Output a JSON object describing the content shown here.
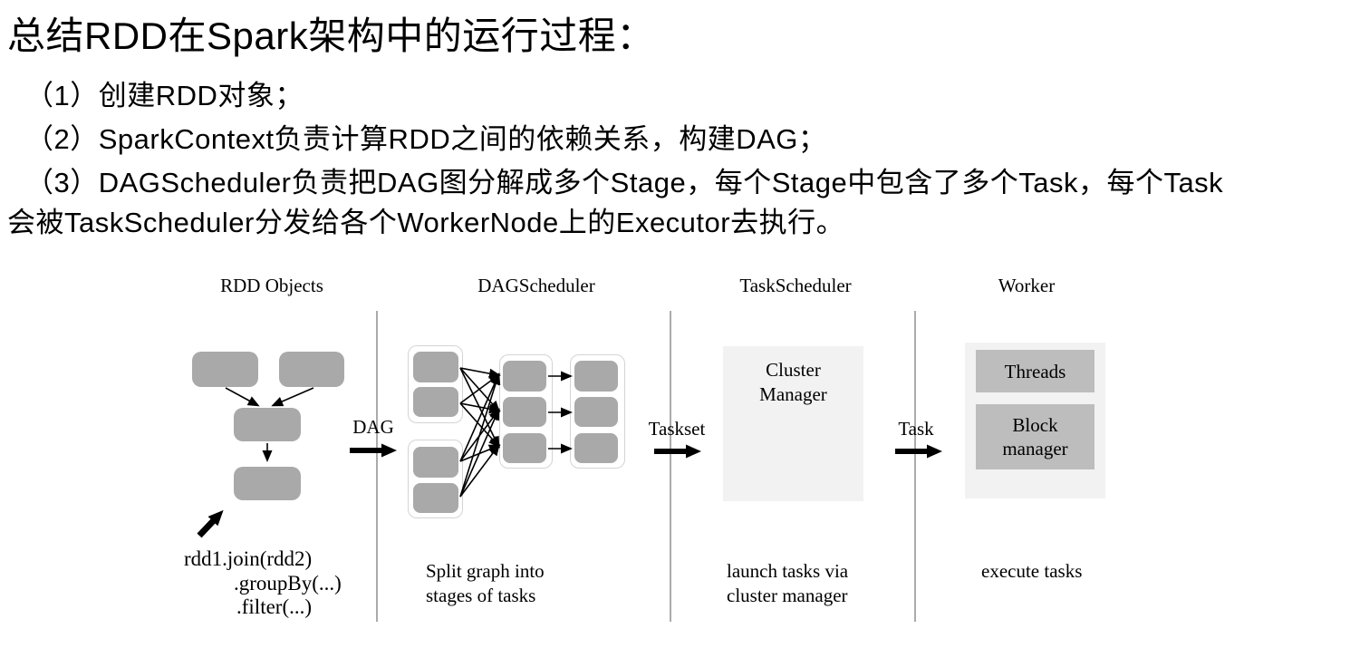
{
  "slide": {
    "title": "总结RDD在Spark架构中的运行过程：",
    "steps": [
      "（1）创建RDD对象；",
      "（2）SparkContext负责计算RDD之间的依赖关系，构建DAG；",
      "（3）DAGScheduler负责把DAG图分解成多个Stage，每个Stage中包含了多个Task，每个Task",
      "会被TaskScheduler分发给各个WorkerNode上的Executor去执行。"
    ]
  },
  "diagram": {
    "headers": [
      "RDD Objects",
      "DAGScheduler",
      "TaskScheduler",
      "Worker"
    ],
    "flow_labels": {
      "dag": "DAG",
      "taskset": "Taskset",
      "task": "Task"
    },
    "rdd_objects": {
      "code_lines": [
        "rdd1.join(rdd2)",
        ".groupBy(...)",
        ".filter(...)"
      ]
    },
    "dag_scheduler": {
      "caption": "Split graph into\nstages of tasks"
    },
    "task_scheduler": {
      "box_label": "Cluster\nManager",
      "caption": "launch tasks via\ncluster manager"
    },
    "worker": {
      "threads_label": "Threads",
      "block_manager_label": "Block\nmanager",
      "caption": "execute tasks"
    },
    "colors": {
      "node_gray": "#a9a9a9",
      "worker_node_gray": "#bdbdbd",
      "panel_gray": "#f2f2f2",
      "stage_border": "#d4d4d4",
      "divider_gray": "#ababab",
      "arrow_black": "#000000",
      "background": "#ffffff"
    }
  }
}
